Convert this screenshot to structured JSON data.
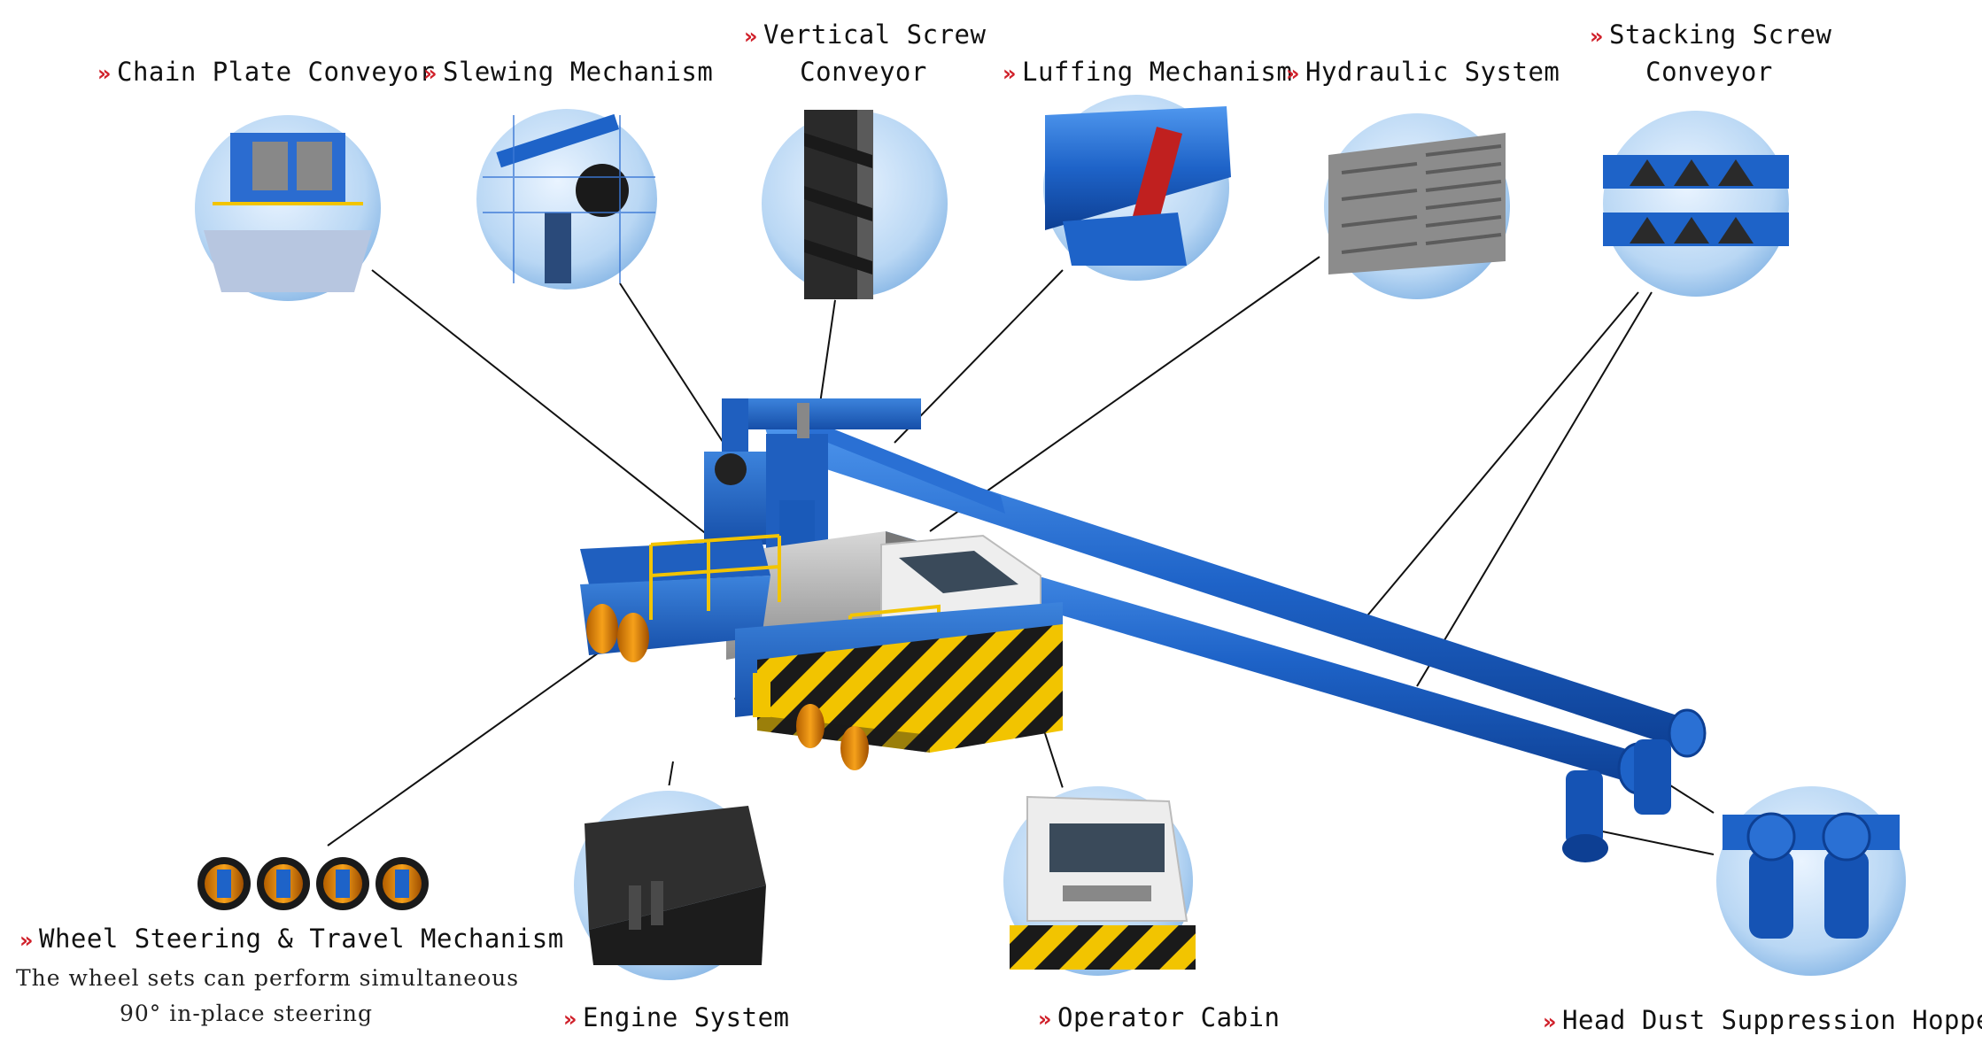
{
  "labels": {
    "chain_plate_conveyor": "Chain Plate Conveyor",
    "slewing_mechanism": "Slewing Mechanism",
    "vertical_screw_line1": "Vertical Screw",
    "vertical_screw_line2": "Conveyor",
    "luffing_mechanism": "Luffing Mechanism",
    "hydraulic_system": "Hydraulic System",
    "stacking_screw_line1": "Stacking Screw",
    "stacking_screw_line2": "Conveyor",
    "wheel_steering": "Wheel Steering & Travel Mechanism",
    "engine_system": "Engine System",
    "operator_cabin": "Operator Cabin",
    "head_dust": "Head Dust Suppression Hopper"
  },
  "notes": {
    "wheel_line1": "The wheel sets can perform simultaneous",
    "wheel_line2": "90°  in-place steering"
  },
  "chevron": "»",
  "colors": {
    "accent_red": "#d0202a",
    "machine_blue": "#1e63c8",
    "hazard_yellow": "#f2c400"
  }
}
